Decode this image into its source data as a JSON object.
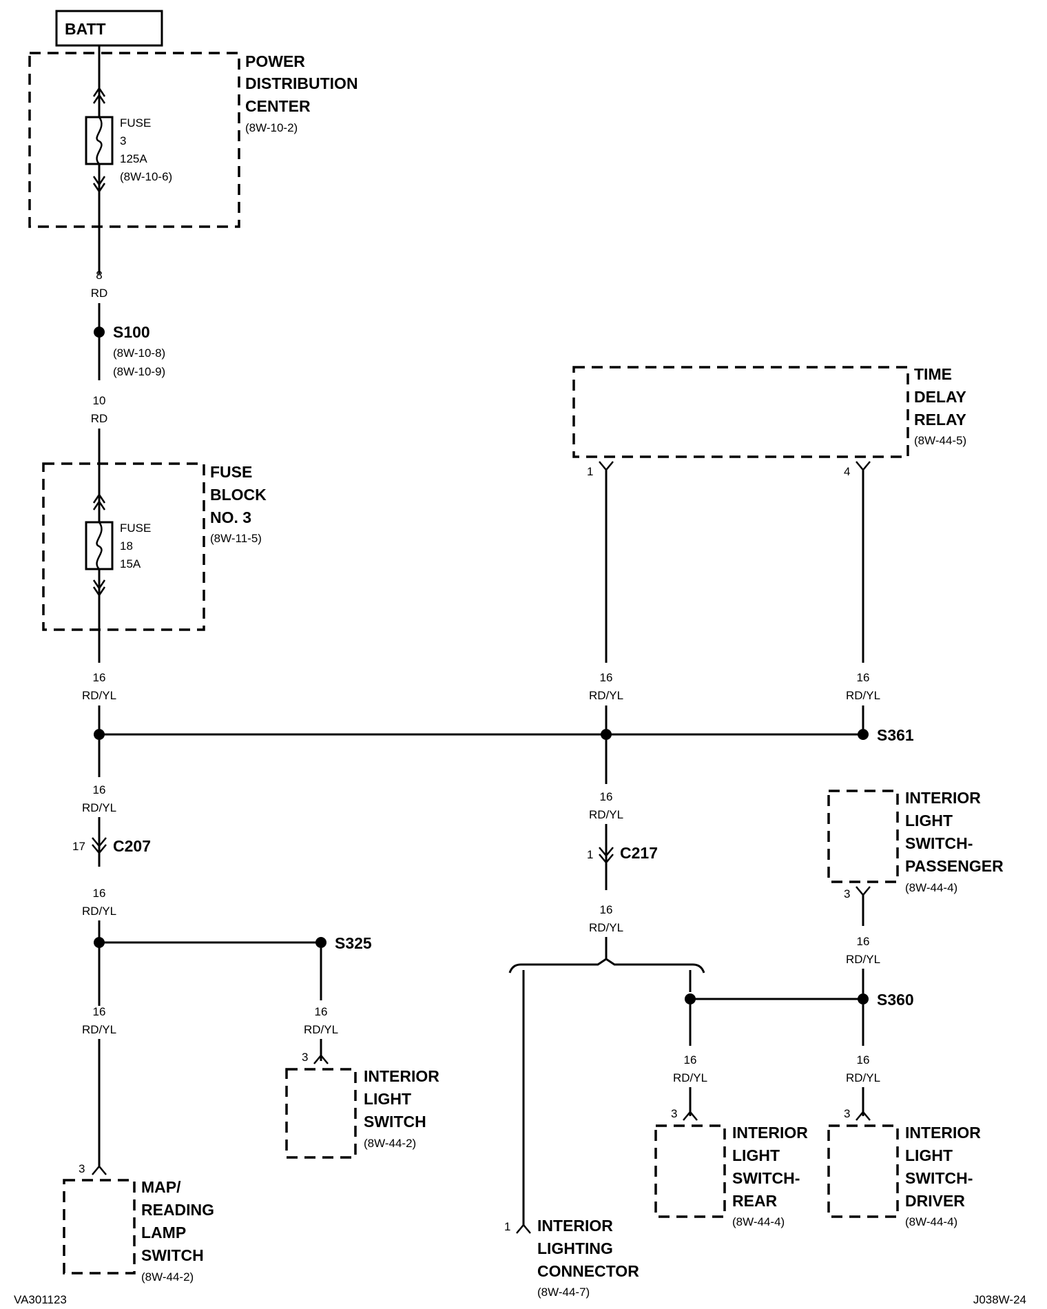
{
  "battery": {
    "label": "BATT"
  },
  "pdc": {
    "title": [
      "POWER",
      "DISTRIBUTION",
      "CENTER"
    ],
    "ref": "(8W-10-2)",
    "fuse": [
      "FUSE",
      "3",
      "125A",
      "(8W-10-6)"
    ]
  },
  "wire_8rd": {
    "gauge": "8",
    "color": "RD"
  },
  "s100": {
    "label": "S100",
    "refs": [
      "(8W-10-8)",
      "(8W-10-9)"
    ]
  },
  "wire_10rd": {
    "gauge": "10",
    "color": "RD"
  },
  "fuse_block": {
    "title": [
      "FUSE",
      "BLOCK",
      "NO. 3"
    ],
    "ref": "(8W-11-5)",
    "fuse": [
      "FUSE",
      "18",
      "15A"
    ]
  },
  "time_delay_relay": {
    "title": [
      "TIME",
      "DELAY",
      "RELAY"
    ],
    "ref": "(8W-44-5)",
    "pin_left": "1",
    "pin_right": "4"
  },
  "wire_16": {
    "gauge": "16",
    "color": "RD/YL"
  },
  "s361": {
    "label": "S361"
  },
  "c207": {
    "label": "C207",
    "pin": "17"
  },
  "c217": {
    "label": "C217",
    "pin": "1"
  },
  "s325": {
    "label": "S325"
  },
  "s360": {
    "label": "S360"
  },
  "map_lamp_switch": {
    "title": [
      "MAP/",
      "READING",
      "LAMP",
      "SWITCH"
    ],
    "ref": "(8W-44-2)",
    "pin": "3"
  },
  "interior_light_switch": {
    "title": [
      "INTERIOR",
      "LIGHT",
      "SWITCH"
    ],
    "ref": "(8W-44-2)",
    "pin": "3"
  },
  "interior_lighting_connector": {
    "title": [
      "INTERIOR",
      "LIGHTING",
      "CONNECTOR"
    ],
    "ref": "(8W-44-7)",
    "pin": "1"
  },
  "switch_rear": {
    "title": [
      "INTERIOR",
      "LIGHT",
      "SWITCH-",
      "REAR"
    ],
    "ref": "(8W-44-4)",
    "pin": "3"
  },
  "switch_driver": {
    "title": [
      "INTERIOR",
      "LIGHT",
      "SWITCH-",
      "DRIVER"
    ],
    "ref": "(8W-44-4)",
    "pin": "3"
  },
  "switch_passenger": {
    "title": [
      "INTERIOR",
      "LIGHT",
      "SWITCH-",
      "PASSENGER"
    ],
    "ref": "(8W-44-4)",
    "pin": "3"
  },
  "footer": {
    "left": "VA301123",
    "right": "J038W-24"
  }
}
